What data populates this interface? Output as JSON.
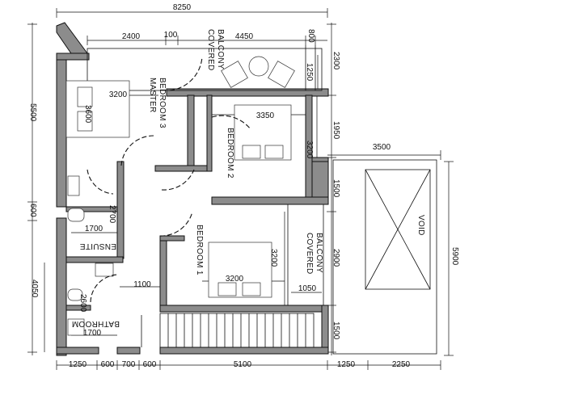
{
  "dimensions": {
    "top_total": "8250",
    "top_2400": "2400",
    "top_100": "100",
    "top_4450": "4450",
    "top_800": "800",
    "bottom_1250a": "1250",
    "bottom_600a": "600",
    "bottom_700": "700",
    "bottom_600b": "600",
    "bottom_5100": "5100",
    "bottom_1250b": "1250",
    "bottom_2250": "2250",
    "left_5500": "5500",
    "left_600": "600",
    "left_4050": "4050",
    "right_2300": "2300",
    "right_1250": "1250",
    "right_1950": "1950",
    "right_3200": "3200",
    "right_1500a": "1500",
    "right_2900": "2900",
    "right_1500b": "1500",
    "void_3500": "3500",
    "void_5900": "5900",
    "mbr_3200": "3200",
    "mbr_3600": "3600",
    "bed2_3350": "3350",
    "bed1_3200_h": "3200",
    "bed1_3200_v": "3200",
    "ens_1700": "1700",
    "ens_2700": "2700",
    "bath_1100": "1100",
    "bath_2600": "2600",
    "bath_1700": "1700",
    "balc2_1050": "1050"
  },
  "rooms": {
    "master_line1": "MASTER",
    "master_line2": "BEDROOM 3",
    "covered_balcony_top_1": "COVERED",
    "covered_balcony_top_2": "BALCONY",
    "bedroom2": "BEDROOM 2",
    "bedroom1": "BEDROOM 1",
    "covered_balcony_right_1": "COVERED",
    "covered_balcony_right_2": "BALCONY",
    "ensuite": "ENSUITE",
    "bathroom": "BATHROOM",
    "void": "VOID"
  }
}
